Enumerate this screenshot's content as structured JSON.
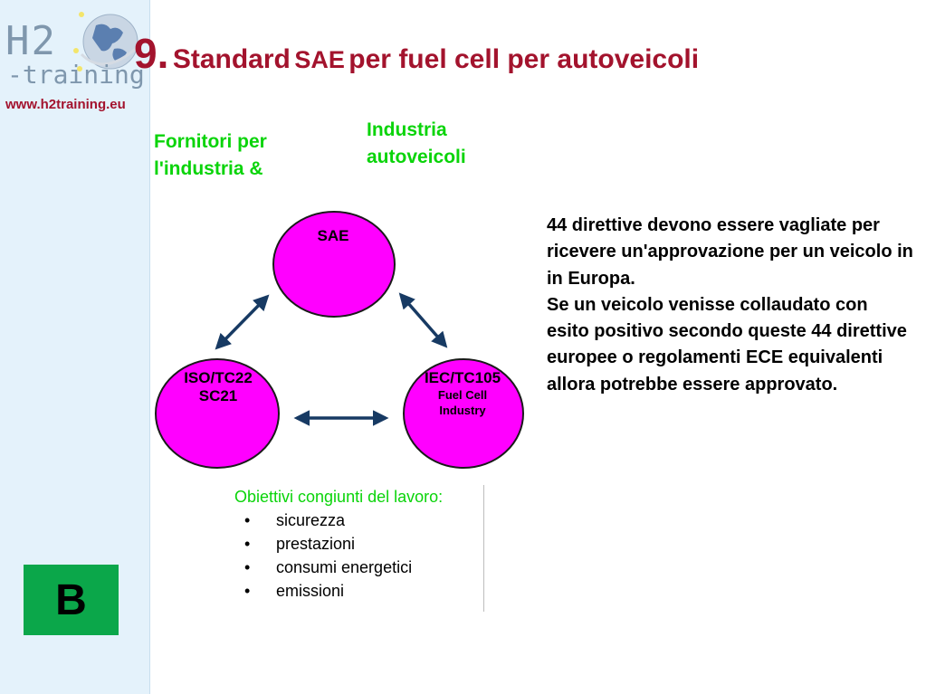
{
  "sidebar": {
    "logo": {
      "line1": "H2",
      "line2": "-training"
    },
    "url": "www.h2training.eu",
    "badge": "B"
  },
  "title": {
    "number": "9.",
    "part1": "Standard",
    "part2": "SAE",
    "part3": "per fuel cell per autoveicoli"
  },
  "labels": {
    "fornitori": "Fornitori per l'industria &",
    "industria": "Industria autoveicoli"
  },
  "diagram": {
    "nodes": {
      "sae": "SAE",
      "iso_line1": "ISO/TC22",
      "iso_line2": "SC21",
      "iec_line1": "IEC/TC105",
      "iec_line2": "Fuel Cell",
      "iec_line3": "Industry"
    },
    "colors": {
      "node_fill": "#ff00ff",
      "node_stroke": "#1a1a1a",
      "arrow": "#173a63"
    }
  },
  "objectives": {
    "title": "Obiettivi congiunti del lavoro:",
    "items": [
      "sicurezza",
      "prestazioni",
      "consumi energetici",
      "emissioni"
    ]
  },
  "right_text": {
    "paragraph1": "44 direttive devono essere vagliate per ricevere un'approvazione per un veicolo in in Europa.",
    "paragraph2": "Se un veicolo venisse collaudato con esito positivo secondo queste 44 direttive europee o regolamenti ECE equivalenti allora potrebbe essere approvato."
  },
  "colors": {
    "title": "#a3132d",
    "green_text": "#0ad40a",
    "sidebar_bg": "#e4f2fb",
    "badge_bg": "#0ba74a"
  }
}
